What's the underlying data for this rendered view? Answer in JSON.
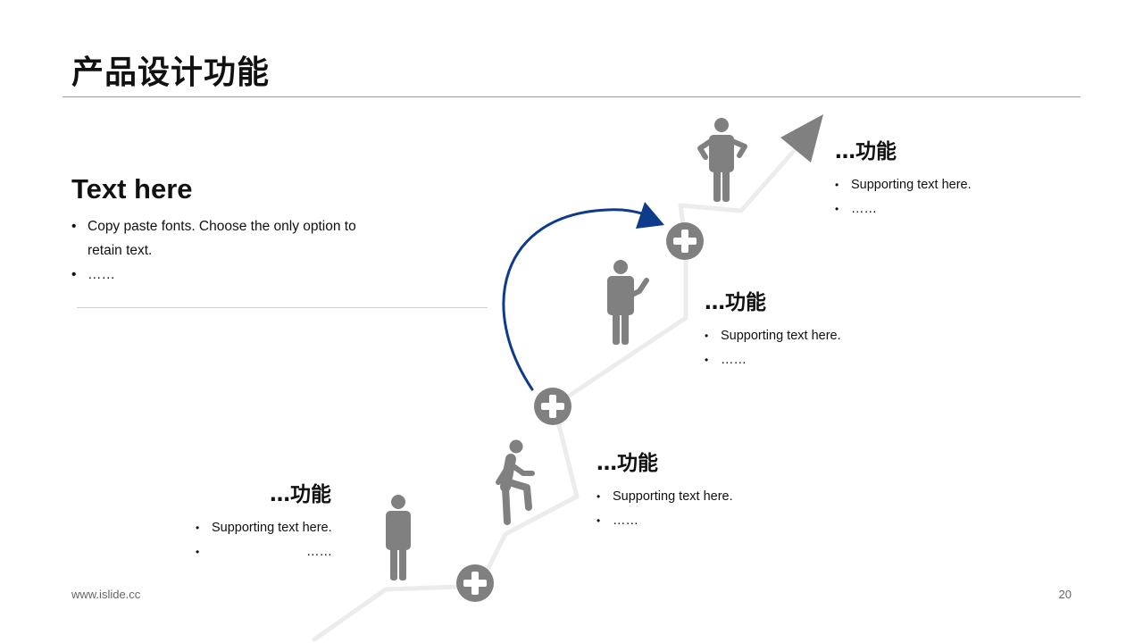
{
  "page": {
    "title": "产品设计功能",
    "footer_url": "www.islide.cc",
    "page_number": "20"
  },
  "intro": {
    "heading": "Text here",
    "bullets": [
      "Copy paste fonts. Choose the only option to retain text.",
      "……"
    ]
  },
  "features": [
    {
      "title": "…功能",
      "bullets": [
        "Supporting text here.",
        "……"
      ]
    },
    {
      "title": "…功能",
      "bullets": [
        "Supporting text here.",
        "……"
      ]
    },
    {
      "title": "…功能",
      "bullets": [
        "Supporting text here.",
        "……"
      ]
    },
    {
      "title": "…功能",
      "bullets": [
        "Supporting text here.",
        "……"
      ]
    }
  ],
  "colors": {
    "accent_arrow": "#0e3b8c",
    "figure_gray": "#808080",
    "path_gray": "#ececec"
  },
  "icons": [
    "plus-circle-icon",
    "person-standing-icon",
    "person-walking-icon",
    "person-pointing-icon",
    "person-shrugging-icon",
    "arrowhead-icon"
  ]
}
